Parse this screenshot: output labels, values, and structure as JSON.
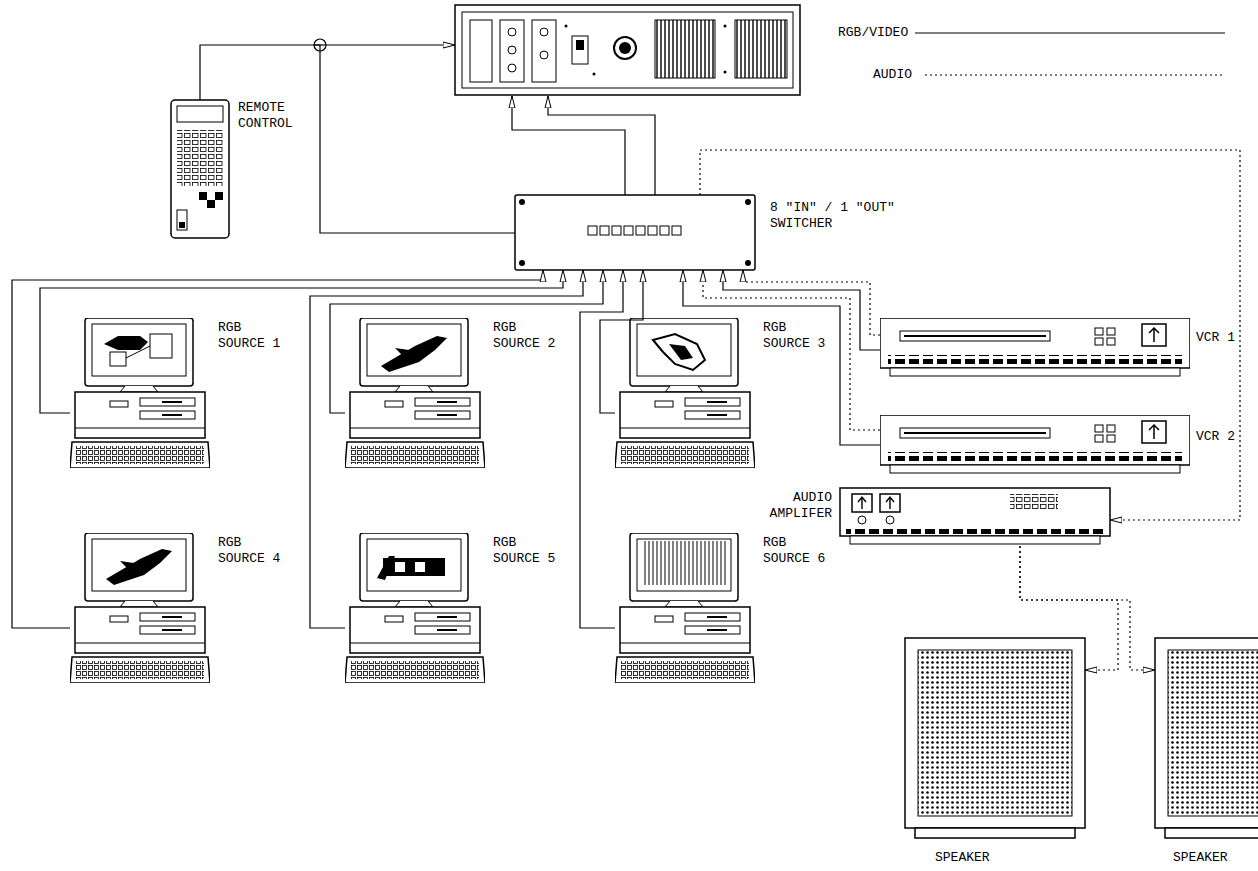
{
  "diagram": {
    "nodes": [
      {
        "text": [
          "REMOTE CONTROL"
        ]
      },
      {
        "text": [
          "8 \"IN\" / 1 \"OUT\" SWITCHER"
        ]
      },
      {
        "text": [
          "RGB SOURCE 1"
        ]
      },
      {
        "text": [
          "RGB SOURCE 2"
        ]
      },
      {
        "text": [
          "RGB SOURCE 3"
        ]
      },
      {
        "text": [
          "RGB SOURCE 4"
        ]
      },
      {
        "text": [
          "RGB SOURCE 5"
        ]
      },
      {
        "text": [
          "RGB SOURCE 6"
        ]
      },
      {
        "text": [
          "VCR 1"
        ]
      },
      {
        "text": [
          "VCR 2"
        ]
      },
      {
        "text": [
          "AUDIO AMPLIFER"
        ]
      },
      {
        "text": [
          "SPEAKER"
        ]
      },
      {
        "text": [
          "SPEAKER"
        ]
      }
    ],
    "edges": [
      {
        "from": 0,
        "to": 1,
        "arrow": "none"
      },
      {
        "from": 2,
        "to": 1,
        "arrow": "to"
      },
      {
        "from": 3,
        "to": 1,
        "arrow": "to"
      },
      {
        "from": 4,
        "to": 1,
        "arrow": "to"
      },
      {
        "from": 5,
        "to": 1,
        "arrow": "to"
      },
      {
        "from": 6,
        "to": 1,
        "arrow": "to"
      },
      {
        "from": 7,
        "to": 1,
        "arrow": "to"
      },
      {
        "from": 8,
        "to": 1,
        "arrow": "to"
      },
      {
        "from": 8,
        "to": 1,
        "arrow": "to"
      },
      {
        "from": 9,
        "to": 1,
        "arrow": "to"
      },
      {
        "from": 9,
        "to": 1,
        "arrow": "to"
      },
      {
        "from": 1,
        "to": 10,
        "arrow": "to"
      },
      {
        "from": 10,
        "to": 11,
        "arrow": "to"
      },
      {
        "from": 10,
        "to": 12,
        "arrow": "to"
      }
    ],
    "legend": [
      {
        "text": "RGB/VIDEO"
      },
      {
        "text": "AUDIO"
      }
    ]
  }
}
